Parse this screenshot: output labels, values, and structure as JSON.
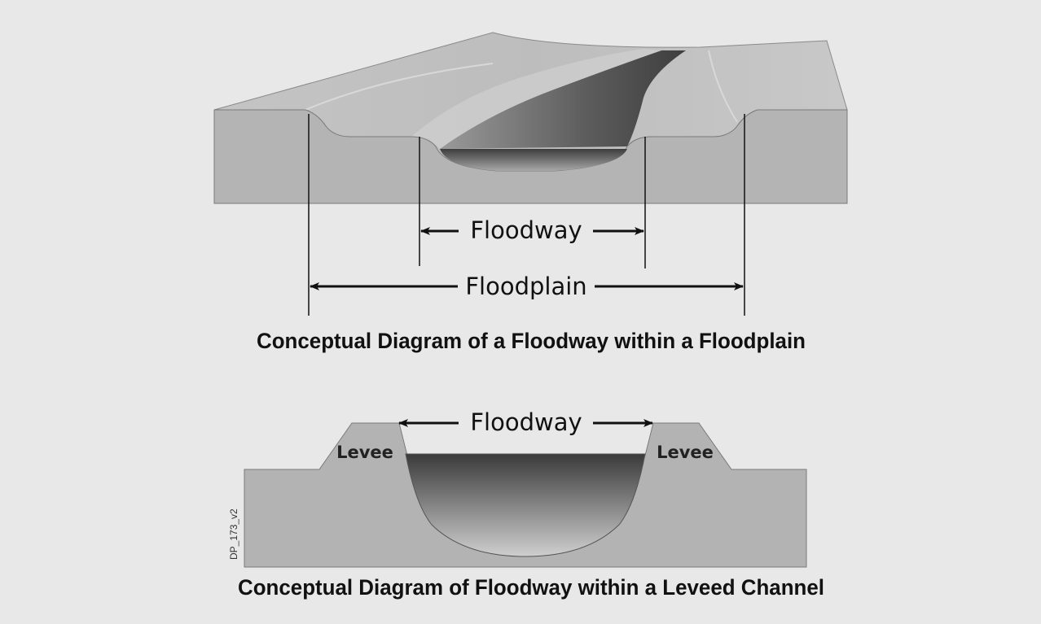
{
  "top_diagram": {
    "floodway_label": "Floodway",
    "floodplain_label": "Floodplain",
    "caption": "Conceptual Diagram of a Floodway within a Floodplain"
  },
  "bottom_diagram": {
    "floodway_label": "Floodway",
    "left_levee_label": "Levee",
    "right_levee_label": "Levee",
    "caption": "Conceptual Diagram of Floodway within a Leveed Channel",
    "figure_code": "DP_173_v2"
  },
  "colors": {
    "background": "#e8e8e8",
    "ground": "#b3b3b3",
    "water_dark": "#4a4a4a",
    "water_light": "#9a9a9a",
    "line": "#111111"
  }
}
